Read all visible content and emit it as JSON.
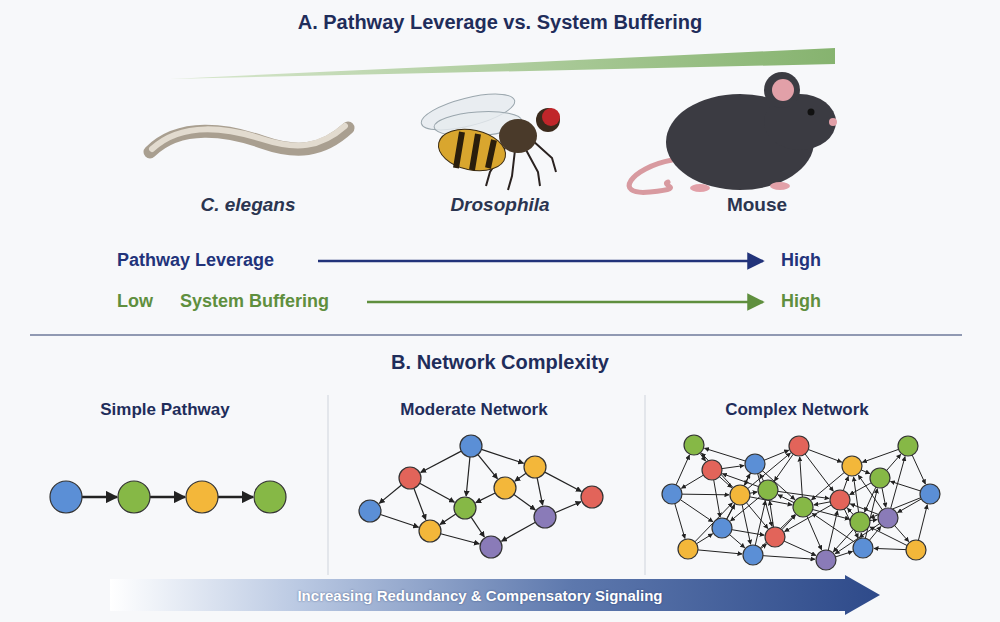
{
  "diagram": {
    "nodes": [
      {
        "text": [
          "Increasing Redundancy & Compensatory Signaling"
        ]
      }
    ],
    "labels": [
      "A. Pathway Leverage vs. System Buffering",
      "C. elegans",
      "Drosophila",
      "Mouse",
      "Pathway Leverage",
      "High",
      "Low",
      "System Buffering",
      "High",
      "B. Network Complexity",
      "Simple Pathway",
      "Moderate Network",
      "Complex Network"
    ]
  }
}
